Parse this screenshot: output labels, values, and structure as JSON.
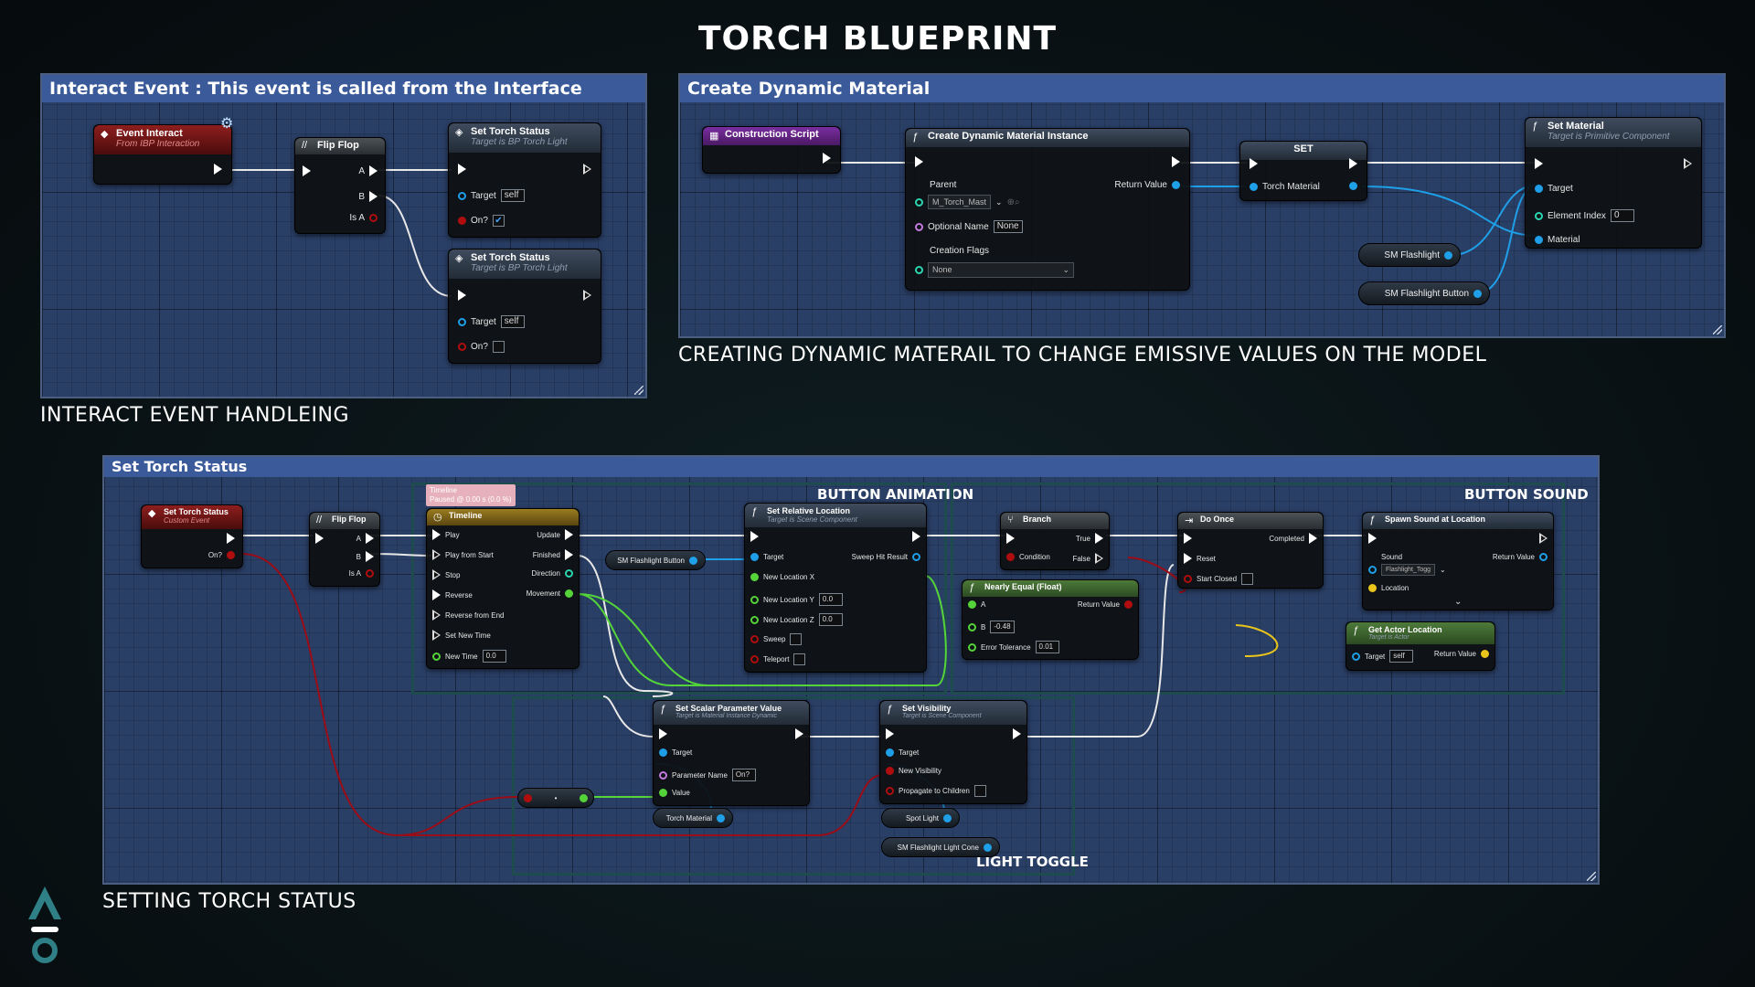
{
  "title": "TORCH BLUEPRINT",
  "captions": {
    "interact": "INTERACT EVENT HANDLEING",
    "material": "CREATING DYNAMIC MATERAIL TO CHANGE EMISSIVE VALUES ON THE MODEL",
    "status": "SETTING TORCH STATUS"
  },
  "panels": {
    "interact": {
      "header": "Interact Event : This event is called from the Interface",
      "event_node": {
        "title": "Event Interact",
        "subtitle": "From IBP Interaction"
      },
      "flipflop": {
        "title": "Flip Flop",
        "a": "A",
        "b": "B",
        "isa": "Is A"
      },
      "set_on": {
        "title": "Set Torch Status",
        "subtitle": "Target is BP Torch Light",
        "target": "Target",
        "target_val": "self",
        "on": "On?",
        "check": "✔"
      },
      "set_off": {
        "title": "Set Torch Status",
        "subtitle": "Target is BP Torch Light",
        "target": "Target",
        "target_val": "self",
        "on": "On?"
      }
    },
    "material": {
      "header": "Create Dynamic Material",
      "construction": {
        "title": "Construction Script"
      },
      "cdmi": {
        "title": "Create Dynamic Material Instance",
        "parent": "Parent",
        "parent_val": "M_Torch_Mast",
        "return": "Return Value",
        "optional": "Optional Name",
        "optional_val": "None",
        "flags": "Creation Flags",
        "flags_val": "None"
      },
      "set": {
        "title": "SET",
        "var": "Torch Material"
      },
      "set_material": {
        "title": "Set Material",
        "subtitle": "Target is Primitive Component",
        "target": "Target",
        "index": "Element Index",
        "index_val": "0",
        "material": "Material"
      },
      "getters": [
        "SM Flashlight",
        "SM Flashlight Button"
      ]
    },
    "status": {
      "header": "Set Torch Status",
      "comments": {
        "button_animation": "BUTTON ANIMATION",
        "button_sound": "BUTTON SOUND",
        "light_toggle": "LIGHT TOGGLE"
      },
      "event_node": {
        "title": "Set Torch Status",
        "subtitle": "Custom Event",
        "on": "On?"
      },
      "flipflop": {
        "title": "Flip Flop",
        "a": "A",
        "b": "B",
        "isa": "Is A"
      },
      "timeline_tag": {
        "line1": "Timeline",
        "line2": "Paused @ 0.00 s (0.0 %)"
      },
      "timeline": {
        "title": "Timeline",
        "inputs": [
          "Play",
          "Play from Start",
          "Stop",
          "Reverse",
          "Reverse from End",
          "Set New Time",
          "New Time"
        ],
        "new_time_val": "0.0",
        "outputs": [
          "Update",
          "Finished",
          "Direction",
          "Movement"
        ]
      },
      "get_button": "SM Flashlight Button",
      "set_rel_loc": {
        "title": "Set Relative Location",
        "subtitle": "Target is Scene Component",
        "target": "Target",
        "sweep_hit": "Sweep Hit Result",
        "x": "New Location X",
        "y": "New Location Y",
        "y_val": "0.0",
        "z": "New Location Z",
        "z_val": "0.0",
        "sweep": "Sweep",
        "teleport": "Teleport"
      },
      "branch": {
        "title": "Branch",
        "condition": "Condition",
        "true": "True",
        "false": "False"
      },
      "nearly_equal": {
        "title": "Nearly Equal (Float)",
        "a": "A",
        "b": "B",
        "b_val": "-0.48",
        "ret": "Return Value",
        "tol": "Error Tolerance",
        "tol_val": "0.01"
      },
      "do_once": {
        "title": "Do Once",
        "completed": "Completed",
        "reset": "Reset",
        "start_closed": "Start Closed"
      },
      "spawn_sound": {
        "title": "Spawn Sound at Location",
        "sound": "Sound",
        "sound_val": "Flashlight_Togg",
        "ret": "Return Value",
        "location": "Location"
      },
      "actor_loc": {
        "title": "Get Actor Location",
        "subtitle": "Target is Actor",
        "target": "Target",
        "target_val": "self",
        "ret": "Return Value"
      },
      "scalar": {
        "title": "Set Scalar Parameter Value",
        "subtitle": "Target is Material Instance Dynamic",
        "target": "Target",
        "param": "Parameter Name",
        "param_val": "On?",
        "value": "Value"
      },
      "visibility": {
        "title": "Set Visibility",
        "subtitle": "Target is Scene Component",
        "target": "Target",
        "new_vis": "New Visibility",
        "propagate": "Propagate to Children"
      },
      "select_dot": "•",
      "getters": {
        "torch_material": "Torch Material",
        "spot_light": "Spot Light",
        "cone": "SM Flashlight Light Cone"
      }
    }
  }
}
